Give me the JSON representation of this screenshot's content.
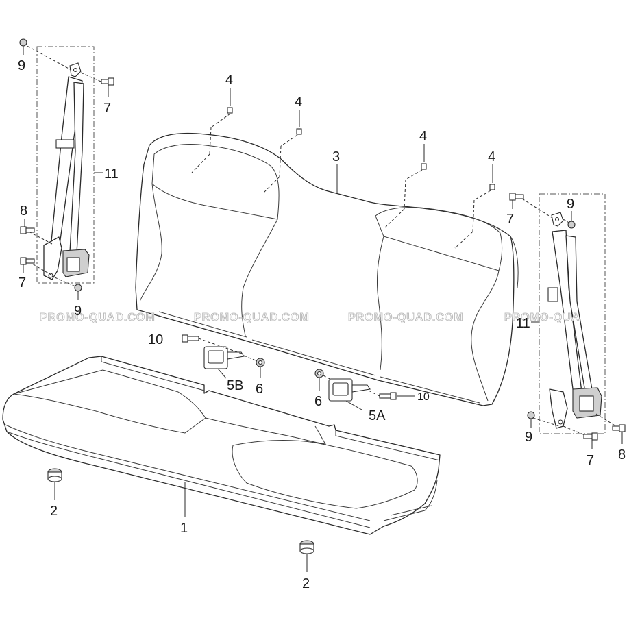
{
  "watermark": {
    "text": "PROMO-QUAD.COM",
    "text_cut": "PROMO-QUA"
  },
  "callouts": {
    "c1": "1",
    "c2a": "2",
    "c2b": "2",
    "c3": "3",
    "c4a": "4",
    "c4b": "4",
    "c4c": "4",
    "c4d": "4",
    "c5a": "5A",
    "c5b": "5B",
    "c6a": "6",
    "c6b": "6",
    "c7a": "7",
    "c7b": "7",
    "c7c": "7",
    "c7d": "7",
    "c8a": "8",
    "c8b": "8",
    "c9a": "9",
    "c9b": "9",
    "c9c": "9",
    "c9d": "9",
    "c10a": "10",
    "c10b": "10",
    "c11a": "11",
    "c11b": "11"
  }
}
